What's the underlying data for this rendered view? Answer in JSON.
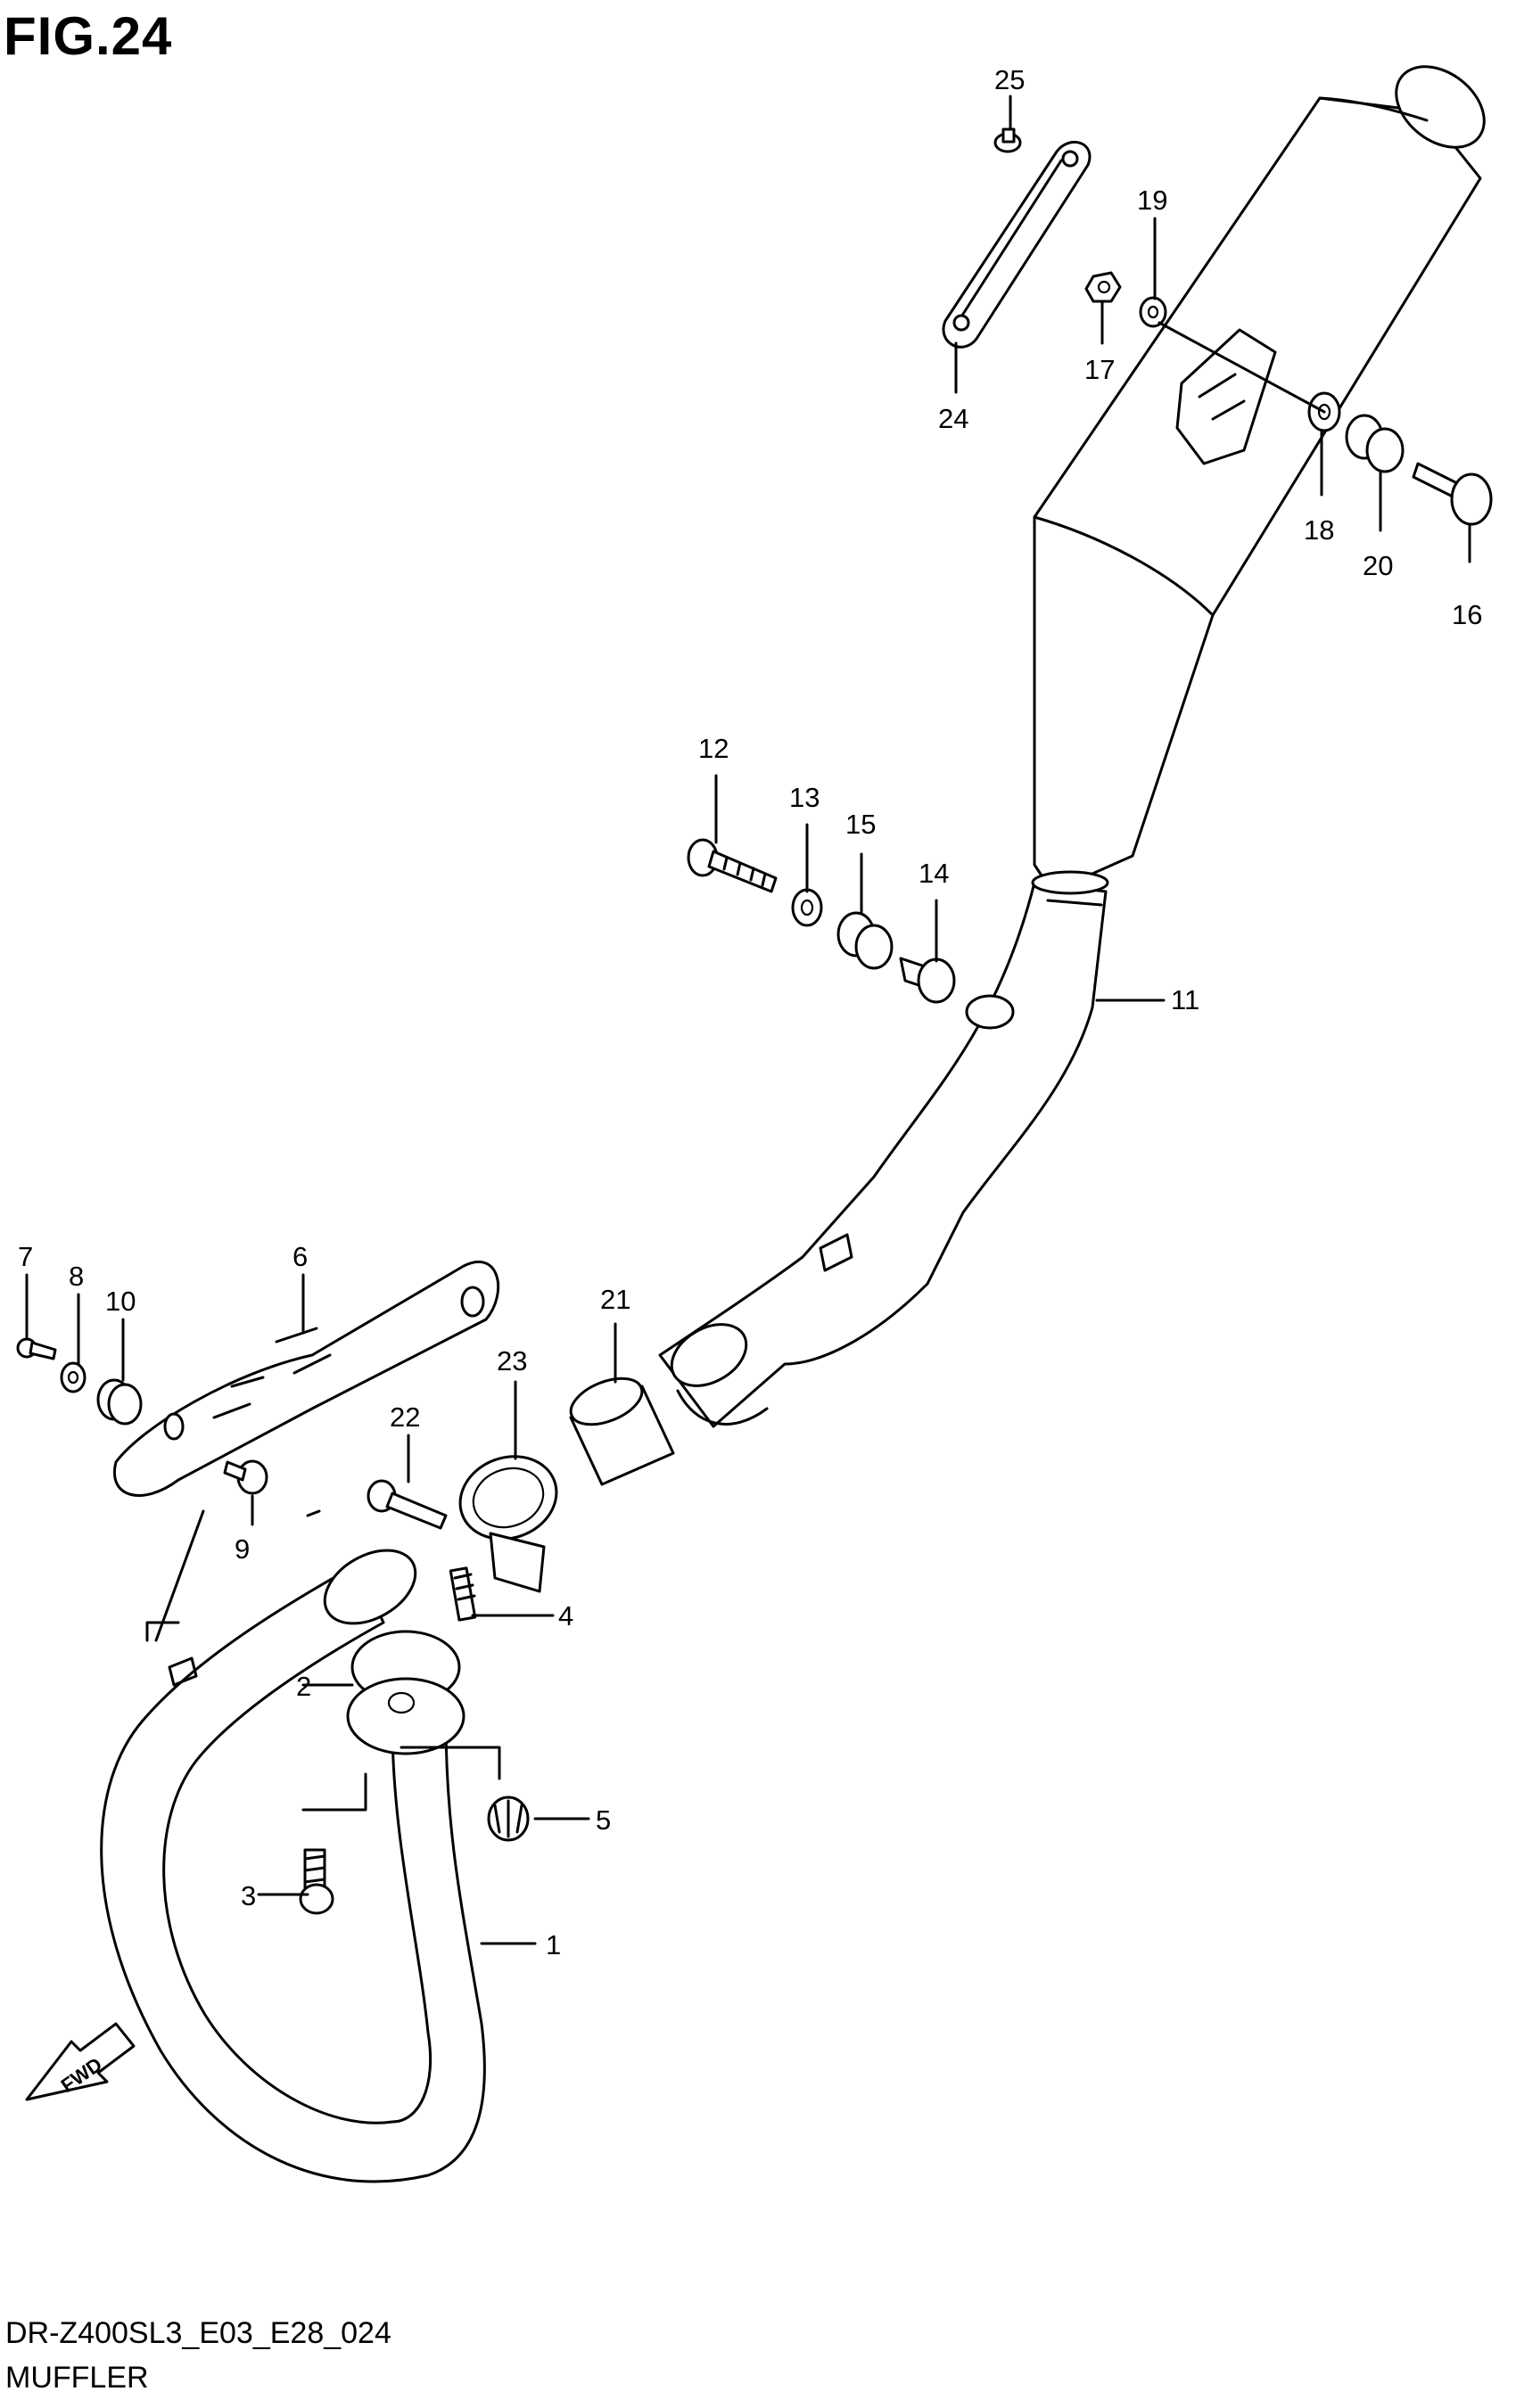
{
  "figure": {
    "title": "FIG.24",
    "code": "DR-Z400SL3_E03_E28_024",
    "name": "MUFFLER"
  },
  "badge": {
    "fwd": "FWD"
  },
  "callouts": [
    "1",
    "2",
    "3",
    "4",
    "5",
    "6",
    "7",
    "8",
    "9",
    "10",
    "11",
    "12",
    "13",
    "14",
    "15",
    "16",
    "17",
    "18",
    "19",
    "20",
    "21",
    "22",
    "23",
    "24",
    "25"
  ]
}
